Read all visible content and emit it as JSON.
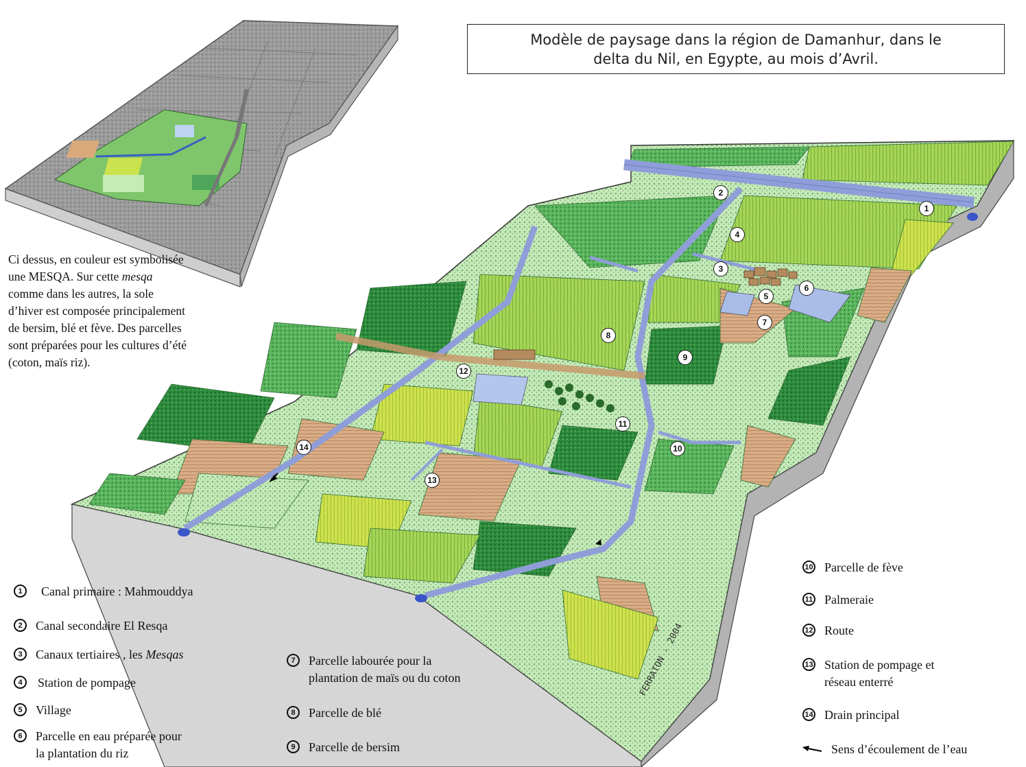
{
  "title": {
    "line1": "Modèle de paysage dans la région de Damanhur, dans le",
    "line2": "delta du Nil, en Egypte, au mois d’Avril."
  },
  "intro": {
    "p1": "Ci dessus, en couleur est symbolisée une MESQA. Sur cette ",
    "em": "mesqa",
    "p2": " comme dans les autres, la sole d’hiver est composée principalement de bersim, blé et fève. Des parcelles sont préparées pour les cultures d’été (coton, maïs riz)."
  },
  "map_markers": [
    "1",
    "2",
    "3",
    "4",
    "5",
    "6",
    "7",
    "8",
    "9",
    "10",
    "11",
    "12",
    "13",
    "14"
  ],
  "legend_left": [
    {
      "num": "1",
      "label": "Canal primaire : Mahmouddya"
    },
    {
      "num": "2",
      "label": "Canal secondaire El Resqa"
    },
    {
      "num": "3",
      "label": "Canaux tertiaires , les ",
      "em": "Mesqas"
    },
    {
      "num": "4",
      "label": "Station de pompage"
    },
    {
      "num": "5",
      "label": "Village"
    },
    {
      "num": "6",
      "label": "Parcelle en eau préparée  pour",
      "label2": "la plantation du riz"
    }
  ],
  "legend_middle": [
    {
      "num": "7",
      "label": "Parcelle labourée pour la",
      "label2": "plantation de maïs ou du coton"
    },
    {
      "num": "8",
      "label": "Parcelle de blé"
    },
    {
      "num": "9",
      "label": "Parcelle de bersim"
    }
  ],
  "legend_right": [
    {
      "num": "10",
      "label": "Parcelle de fève"
    },
    {
      "num": "11",
      "label": "Palmeraie"
    },
    {
      "num": "12",
      "label": "Route"
    },
    {
      "num": "13",
      "label": "Station de pompage et",
      "label2": "réseau enterré"
    },
    {
      "num": "14",
      "label": "Drain principal"
    }
  ],
  "flow_legend": "Sens d’écoulement de l’eau",
  "signature": "FERRATON - 2004",
  "colors": {
    "canal": "#8f9ed8",
    "canal_dark": "#3a55c8",
    "field_light": "#c6e6b6",
    "field_mid": "#6cc06a",
    "field_dark": "#2f8f3e",
    "field_yellow": "#c6df4a",
    "plowed": "#d6a880",
    "water": "#a9bde8",
    "block_side": "#d4d4d4",
    "block_side_dark": "#a9a9a9",
    "sketch_gray": "#9a9a9a"
  }
}
